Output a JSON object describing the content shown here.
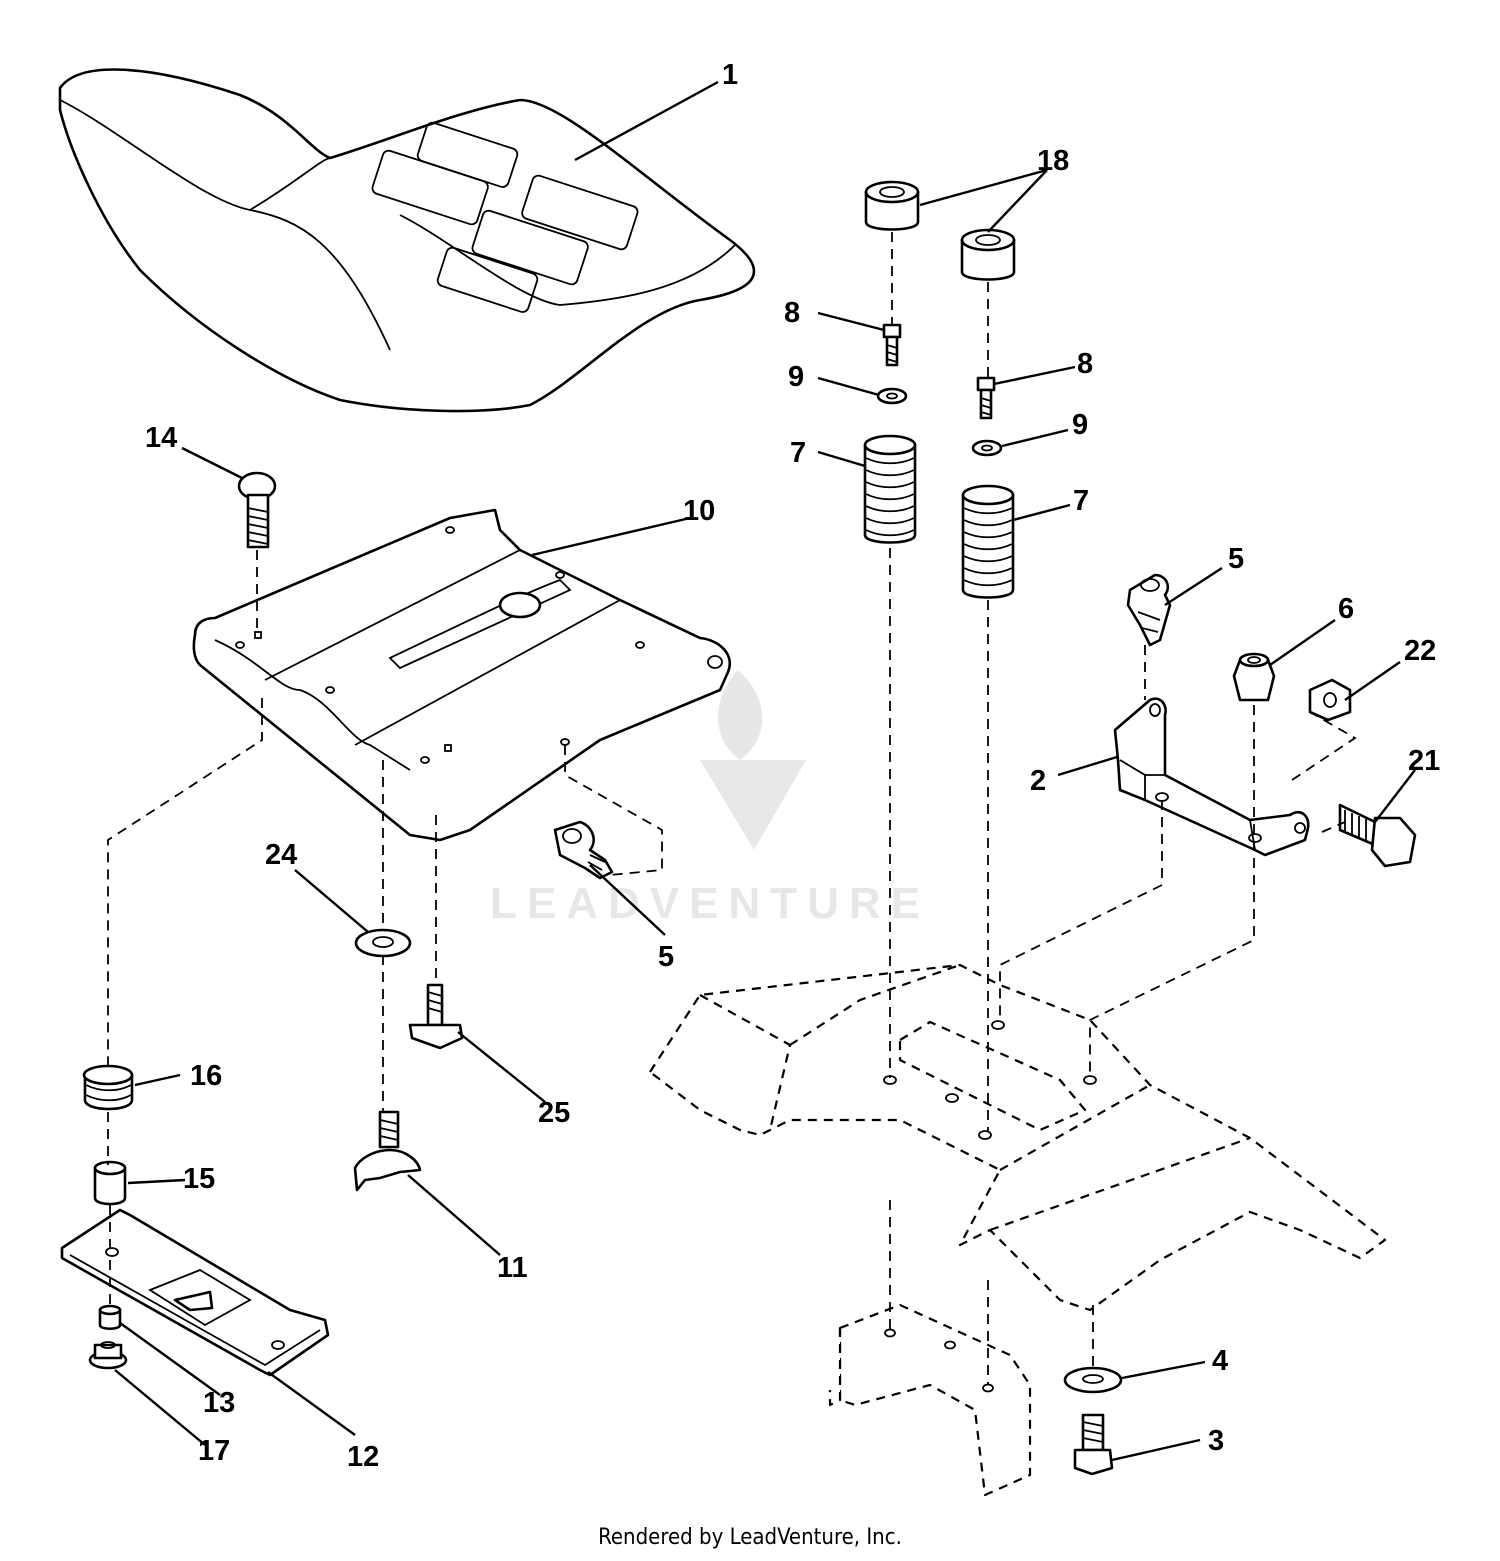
{
  "diagram": {
    "callouts": [
      "1",
      "2",
      "3",
      "4",
      "5",
      "5",
      "6",
      "7",
      "7",
      "8",
      "8",
      "9",
      "9",
      "10",
      "11",
      "12",
      "13",
      "14",
      "15",
      "16",
      "17",
      "18",
      "21",
      "22",
      "24",
      "25"
    ],
    "watermark_text": "LEADVENTURE",
    "footer": "Rendered by LeadVenture, Inc."
  }
}
